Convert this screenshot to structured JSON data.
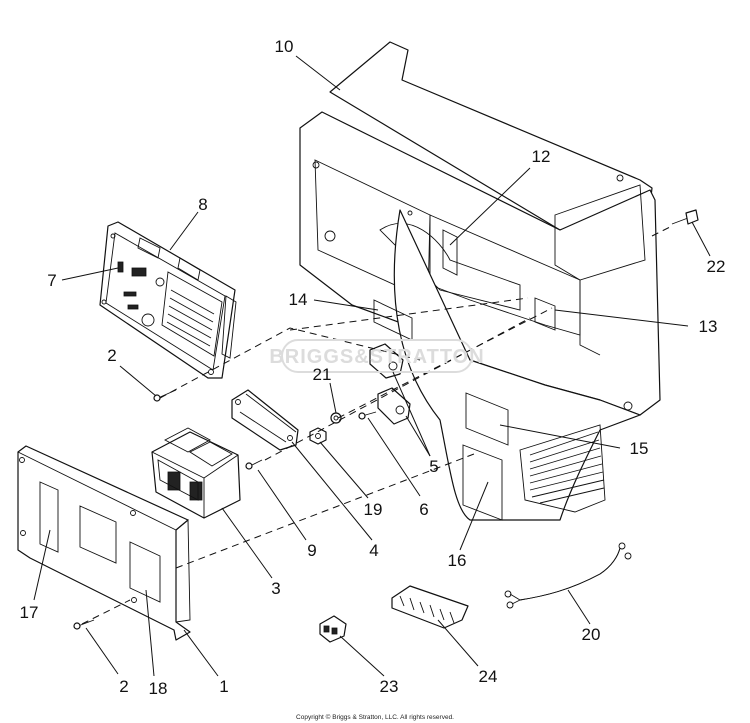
{
  "diagram": {
    "callouts": [
      {
        "id": "c10a",
        "label": "10"
      },
      {
        "id": "c12",
        "label": "12"
      },
      {
        "id": "c8",
        "label": "8"
      },
      {
        "id": "c7",
        "label": "7"
      },
      {
        "id": "c22",
        "label": "22"
      },
      {
        "id": "c14",
        "label": "14"
      },
      {
        "id": "c13",
        "label": "13"
      },
      {
        "id": "c2a",
        "label": "2"
      },
      {
        "id": "c21",
        "label": "21"
      },
      {
        "id": "c15",
        "label": "15"
      },
      {
        "id": "c5",
        "label": "5"
      },
      {
        "id": "c19",
        "label": "19"
      },
      {
        "id": "c6",
        "label": "6"
      },
      {
        "id": "c9",
        "label": "9"
      },
      {
        "id": "c4",
        "label": "4"
      },
      {
        "id": "c16",
        "label": "16"
      },
      {
        "id": "c3",
        "label": "3"
      },
      {
        "id": "c17",
        "label": "17"
      },
      {
        "id": "c20",
        "label": "20"
      },
      {
        "id": "c24",
        "label": "24"
      },
      {
        "id": "c2b",
        "label": "2"
      },
      {
        "id": "c18",
        "label": "18"
      },
      {
        "id": "c1",
        "label": "1"
      },
      {
        "id": "c23",
        "label": "23"
      }
    ],
    "watermark": "BRIGGS&STRATTON",
    "copyright": "Copyright © Briggs & Stratton, LLC. All rights reserved."
  }
}
